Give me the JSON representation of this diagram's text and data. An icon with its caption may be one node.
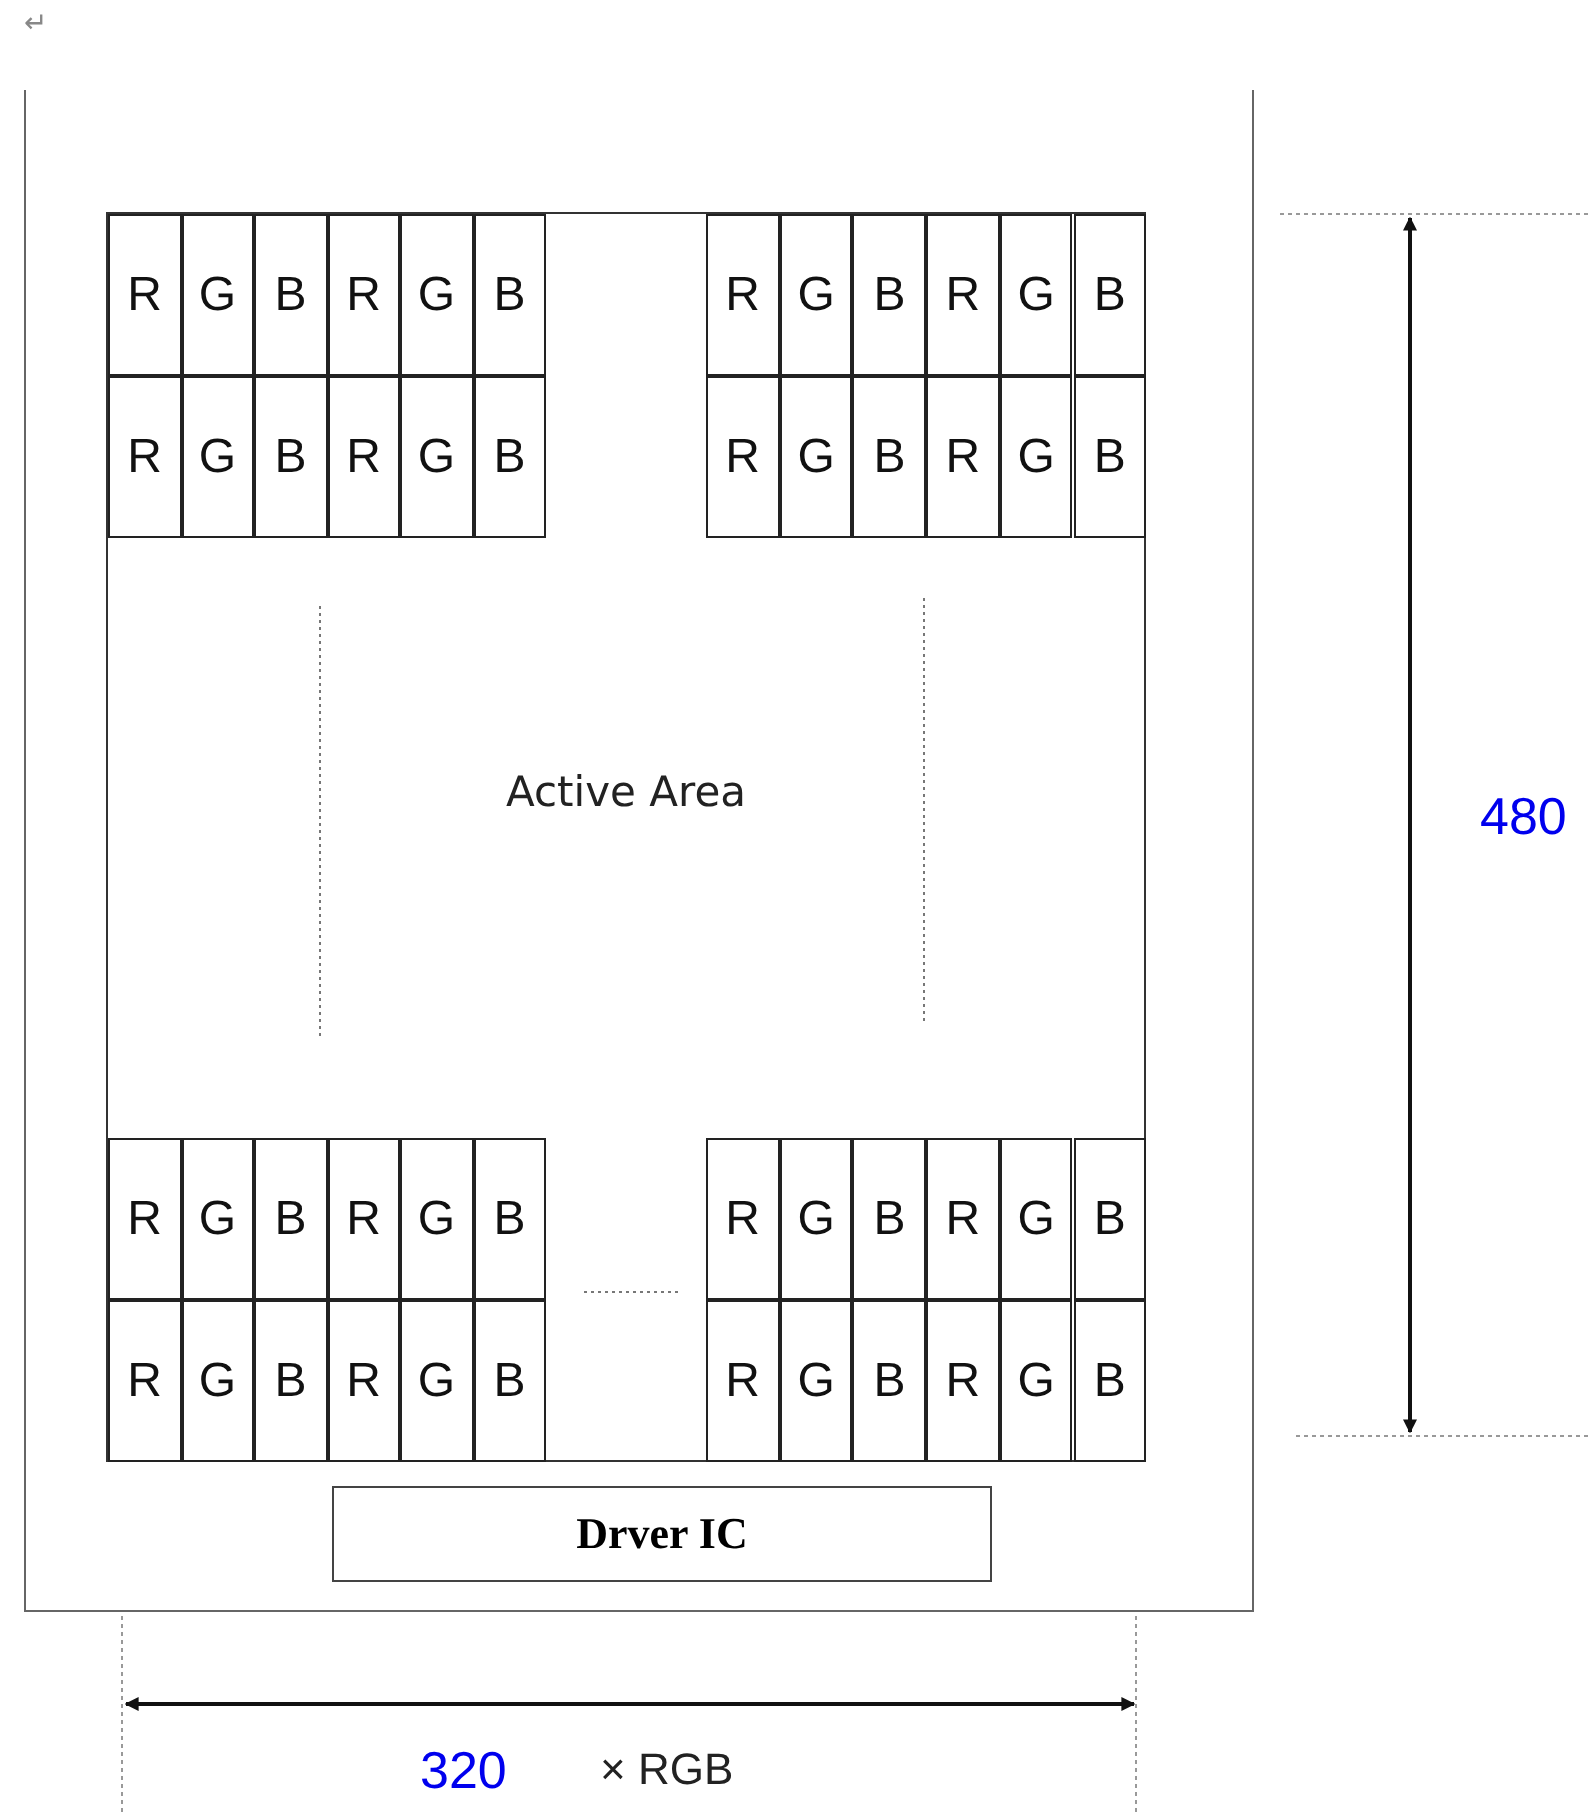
{
  "diagram": {
    "nodes": [
      {
        "text": [],
        "shape": "box"
      },
      {
        "text": [
          "Active Area"
        ],
        "in": 0
      },
      {
        "text": [
          "R"
        ],
        "in": 1
      },
      {
        "text": [
          "G"
        ],
        "in": 1
      },
      {
        "text": [
          "B"
        ],
        "in": 1
      },
      {
        "text": [
          "R"
        ],
        "in": 1
      },
      {
        "text": [
          "G"
        ],
        "in": 1
      },
      {
        "text": [
          "B"
        ],
        "in": 1
      },
      {
        "text": [
          "R"
        ],
        "in": 1
      },
      {
        "text": [
          "G"
        ],
        "in": 1
      },
      {
        "text": [
          "B"
        ],
        "in": 1
      },
      {
        "text": [
          "R"
        ],
        "in": 1
      },
      {
        "text": [
          "G"
        ],
        "in": 1
      },
      {
        "text": [
          "B"
        ],
        "in": 1
      },
      {
        "text": [
          "R"
        ],
        "in": 1
      },
      {
        "text": [
          "G"
        ],
        "in": 1
      },
      {
        "text": [
          "B"
        ],
        "in": 1
      },
      {
        "text": [
          "R"
        ],
        "in": 1
      },
      {
        "text": [
          "G"
        ],
        "in": 1
      },
      {
        "text": [
          "B"
        ],
        "in": 1
      },
      {
        "text": [
          "R"
        ],
        "in": 1
      },
      {
        "text": [
          "G"
        ],
        "in": 1
      },
      {
        "text": [
          "B"
        ],
        "in": 1
      },
      {
        "text": [
          "R"
        ],
        "in": 1
      },
      {
        "text": [
          "G"
        ],
        "in": 1
      },
      {
        "text": [
          "B"
        ],
        "in": 1
      },
      {
        "text": [
          "R"
        ],
        "in": 1
      },
      {
        "text": [
          "G"
        ],
        "in": 1
      },
      {
        "text": [
          "B"
        ],
        "in": 1
      },
      {
        "text": [
          "R"
        ],
        "in": 1
      },
      {
        "text": [
          "G"
        ],
        "in": 1
      },
      {
        "text": [
          "B"
        ],
        "in": 1
      },
      {
        "text": [
          "R"
        ],
        "in": 1
      },
      {
        "text": [
          "G"
        ],
        "in": 1
      },
      {
        "text": [
          "B"
        ],
        "in": 1
      },
      {
        "text": [
          "R"
        ],
        "in": 1
      },
      {
        "text": [
          "G"
        ],
        "in": 1
      },
      {
        "text": [
          "B"
        ],
        "in": 1
      },
      {
        "text": [
          "R"
        ],
        "in": 1
      },
      {
        "text": [
          "G"
        ],
        "in": 1
      },
      {
        "text": [
          "B"
        ],
        "in": 1
      },
      {
        "text": [
          "R"
        ],
        "in": 1
      },
      {
        "text": [
          "G"
        ],
        "in": 1
      },
      {
        "text": [
          "B"
        ],
        "in": 1
      },
      {
        "text": [
          "R"
        ],
        "in": 1
      },
      {
        "text": [
          "G"
        ],
        "in": 1
      },
      {
        "text": [
          "B"
        ],
        "in": 1
      },
      {
        "text": [
          "R"
        ],
        "in": 1
      },
      {
        "text": [
          "G"
        ],
        "in": 1
      },
      {
        "text": [
          "B"
        ],
        "in": 1
      },
      {
        "text": [
          "Drver IC"
        ],
        "in": 0
      }
    ],
    "labels": [
      "↵",
      "480",
      "320",
      "× RGB"
    ]
  }
}
